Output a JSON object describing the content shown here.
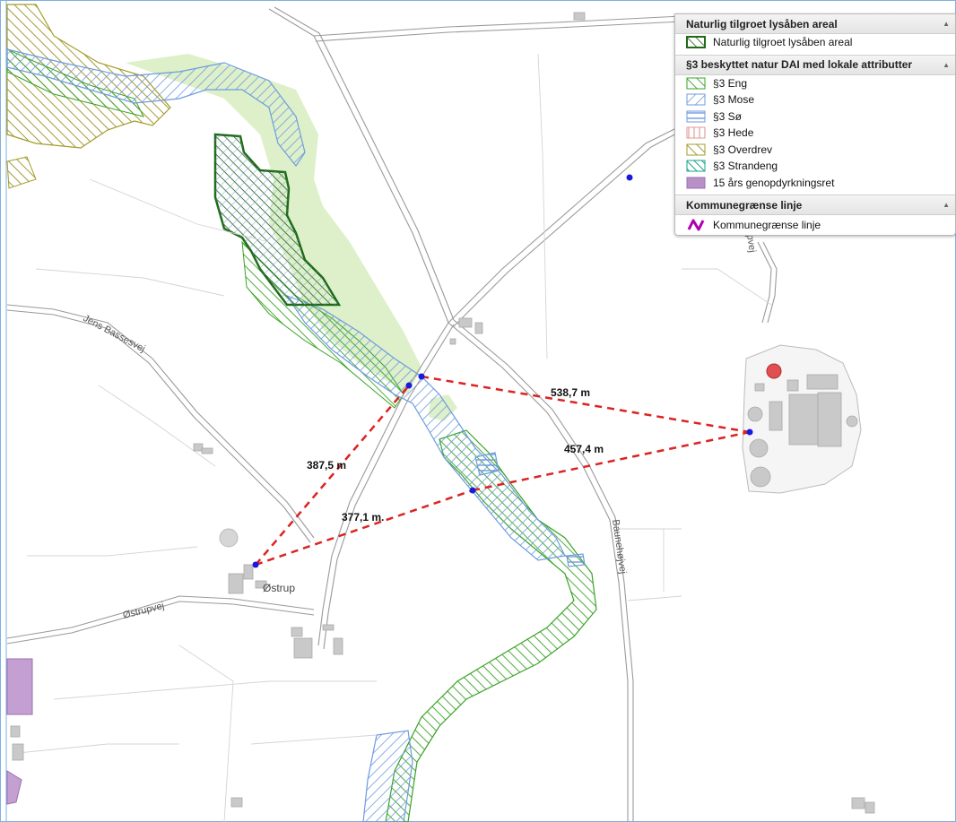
{
  "map": {
    "road_labels": {
      "jens_bassesvej": "Jens Bassesvej",
      "baunehojvej": "Baunehøjvej",
      "ostrupvej": "Østrupvej",
      "pvej_fragment": "pvej"
    },
    "place_labels": {
      "ostrup": "Østrup"
    },
    "measurements": [
      {
        "id": "m1",
        "label": "538,7 m"
      },
      {
        "id": "m2",
        "label": "457,4 m"
      },
      {
        "id": "m3",
        "label": "387,5 m"
      },
      {
        "id": "m4",
        "label": "377,1 m."
      }
    ],
    "colors": {
      "measure_line": "#dd2222",
      "measure_point": "#1a1adf",
      "eng": "#3aa326",
      "mose": "#5b8fe0",
      "overdrev": "#a49b2a",
      "naturlig": "#1f6b1a",
      "genopdyrkning": "#b890c8",
      "kommune": "#b000b0"
    }
  },
  "legend": {
    "sections": [
      {
        "title": "Naturlig tilgroet lysåben areal",
        "items": [
          {
            "label": "Naturlig tilgroet lysåben areal",
            "icon": "naturlig-swatch-icon"
          }
        ]
      },
      {
        "title": "§3 beskyttet natur DAI med lokale attributter",
        "items": [
          {
            "label": "§3 Eng",
            "icon": "eng-swatch-icon"
          },
          {
            "label": "§3 Mose",
            "icon": "mose-swatch-icon"
          },
          {
            "label": "§3 Sø",
            "icon": "so-swatch-icon"
          },
          {
            "label": "§3 Hede",
            "icon": "hede-swatch-icon"
          },
          {
            "label": "§3 Overdrev",
            "icon": "overdrev-swatch-icon"
          },
          {
            "label": "§3 Strandeng",
            "icon": "strandeng-swatch-icon"
          },
          {
            "label": "15 års genopdyrkningsret",
            "icon": "genopdyrkning-swatch-icon"
          }
        ]
      },
      {
        "title": "Kommunegrænse linje",
        "items": [
          {
            "label": "Kommunegrænse linje",
            "icon": "kommune-line-icon"
          }
        ]
      }
    ]
  }
}
